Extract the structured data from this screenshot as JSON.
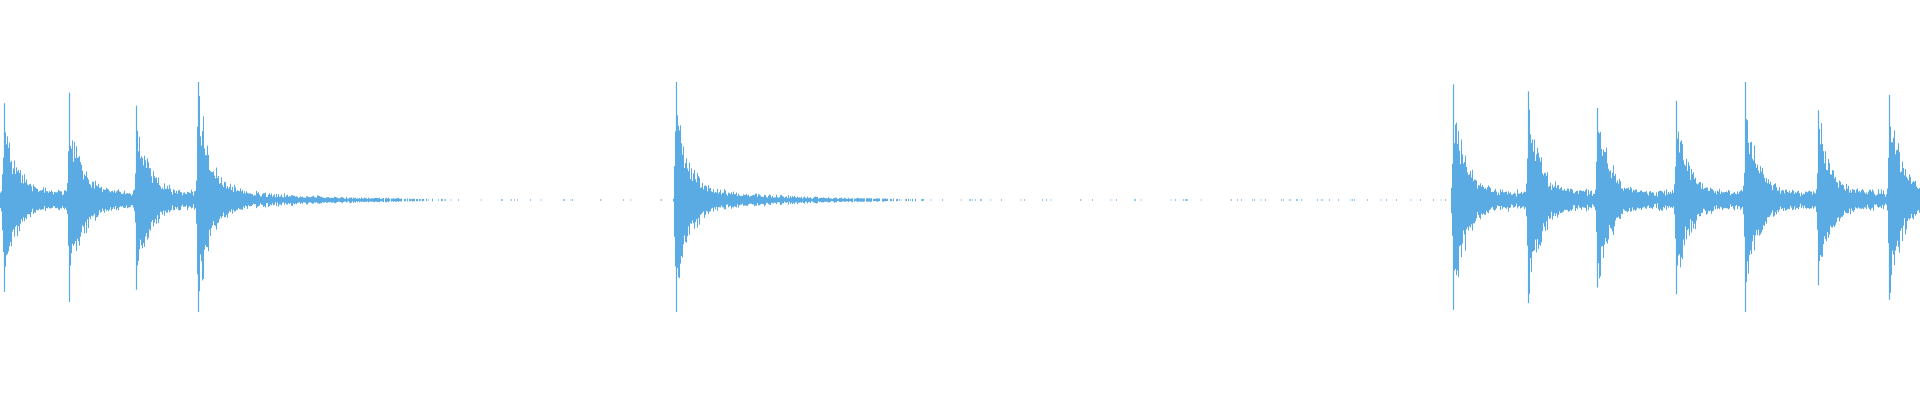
{
  "waveform": {
    "color": "#5aabe3",
    "background": "#ffffff",
    "transients": [
      {
        "time": 0.002,
        "amplitude": 0.82
      },
      {
        "time": 0.036,
        "amplitude": 0.91
      },
      {
        "time": 0.071,
        "amplitude": 0.8
      },
      {
        "time": 0.103,
        "amplitude": 1.0
      },
      {
        "time": 0.352,
        "amplitude": 1.0
      },
      {
        "time": 0.757,
        "amplitude": 0.98
      },
      {
        "time": 0.796,
        "amplitude": 0.92
      },
      {
        "time": 0.832,
        "amplitude": 0.78
      },
      {
        "time": 0.873,
        "amplitude": 0.84
      },
      {
        "time": 0.909,
        "amplitude": 1.0
      },
      {
        "time": 0.947,
        "amplitude": 0.76
      },
      {
        "time": 0.984,
        "amplitude": 0.89
      }
    ],
    "sustained_noise_regions": [
      {
        "start": 0.0,
        "end": 0.13,
        "level": 0.1
      },
      {
        "start": 0.757,
        "end": 1.0,
        "level": 0.1
      }
    ],
    "quiet_regions": [
      {
        "start": 0.13,
        "end": 0.352
      },
      {
        "start": 0.39,
        "end": 0.757
      }
    ]
  }
}
